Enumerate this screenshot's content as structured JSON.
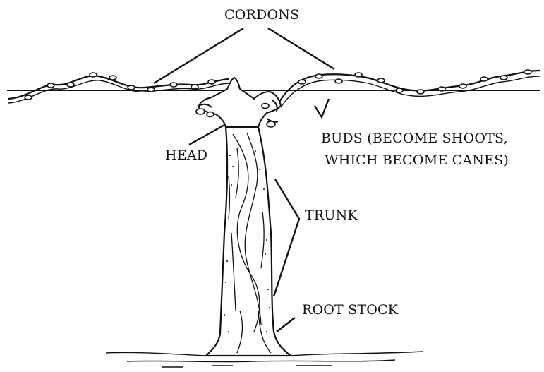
{
  "diagram": {
    "labels": {
      "cordons": "CORDONS",
      "head": "HEAD",
      "buds_line1": "BUDS (BECOME SHOOTS,",
      "buds_line2": "WHICH BECOME CANES)",
      "trunk": "TRUNK",
      "root_stock": "ROOT STOCK"
    }
  }
}
